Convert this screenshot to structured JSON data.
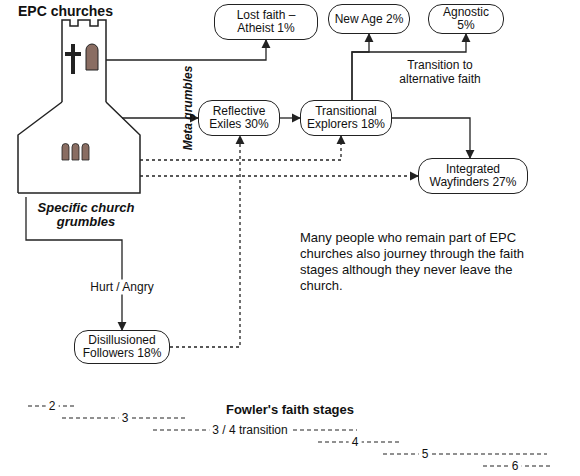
{
  "diagram": {
    "nodes": [
      {
        "text": [
          "EPC churches"
        ]
      },
      {
        "text": [
          "Lost faith – Atheist 1%"
        ]
      },
      {
        "text": [
          "New Age 2%"
        ]
      },
      {
        "text": [
          "Agnostic 5%"
        ]
      },
      {
        "text": [
          "Reflective Exiles 30%"
        ]
      },
      {
        "text": [
          "Transitional Explorers 18%"
        ]
      },
      {
        "text": [
          "Integrated Wayfinders 27%"
        ]
      },
      {
        "text": [
          "Disillusioned Followers 18%"
        ]
      }
    ],
    "edges": [
      {
        "from": 0,
        "to": 1,
        "arrow": "to"
      },
      {
        "from": 0,
        "to": 4,
        "arrow": "to"
      },
      {
        "from": 4,
        "to": 5,
        "arrow": "to"
      },
      {
        "from": 5,
        "to": 2,
        "arrow": "to"
      },
      {
        "from": 5,
        "to": 3,
        "arrow": "to"
      },
      {
        "from": 5,
        "to": 6,
        "arrow": "to"
      },
      {
        "from": 0,
        "to": 5,
        "arrow": "to"
      },
      {
        "from": 0,
        "to": 6,
        "arrow": "to"
      },
      {
        "from": 0,
        "to": 7,
        "label": "Hurt / Angry",
        "arrow": "to"
      },
      {
        "from": 7,
        "to": 4,
        "arrow": "to"
      }
    ],
    "labels": [
      "Meta grumbles",
      "Specific church grumbles",
      "Transition to alternative faith",
      "Many people who remain part of EPC churches also journey through the faith stages although they never leave the church.",
      "Fowler's faith stages",
      "2",
      "3",
      "3 / 4 transition",
      "4",
      "5",
      "6"
    ]
  }
}
